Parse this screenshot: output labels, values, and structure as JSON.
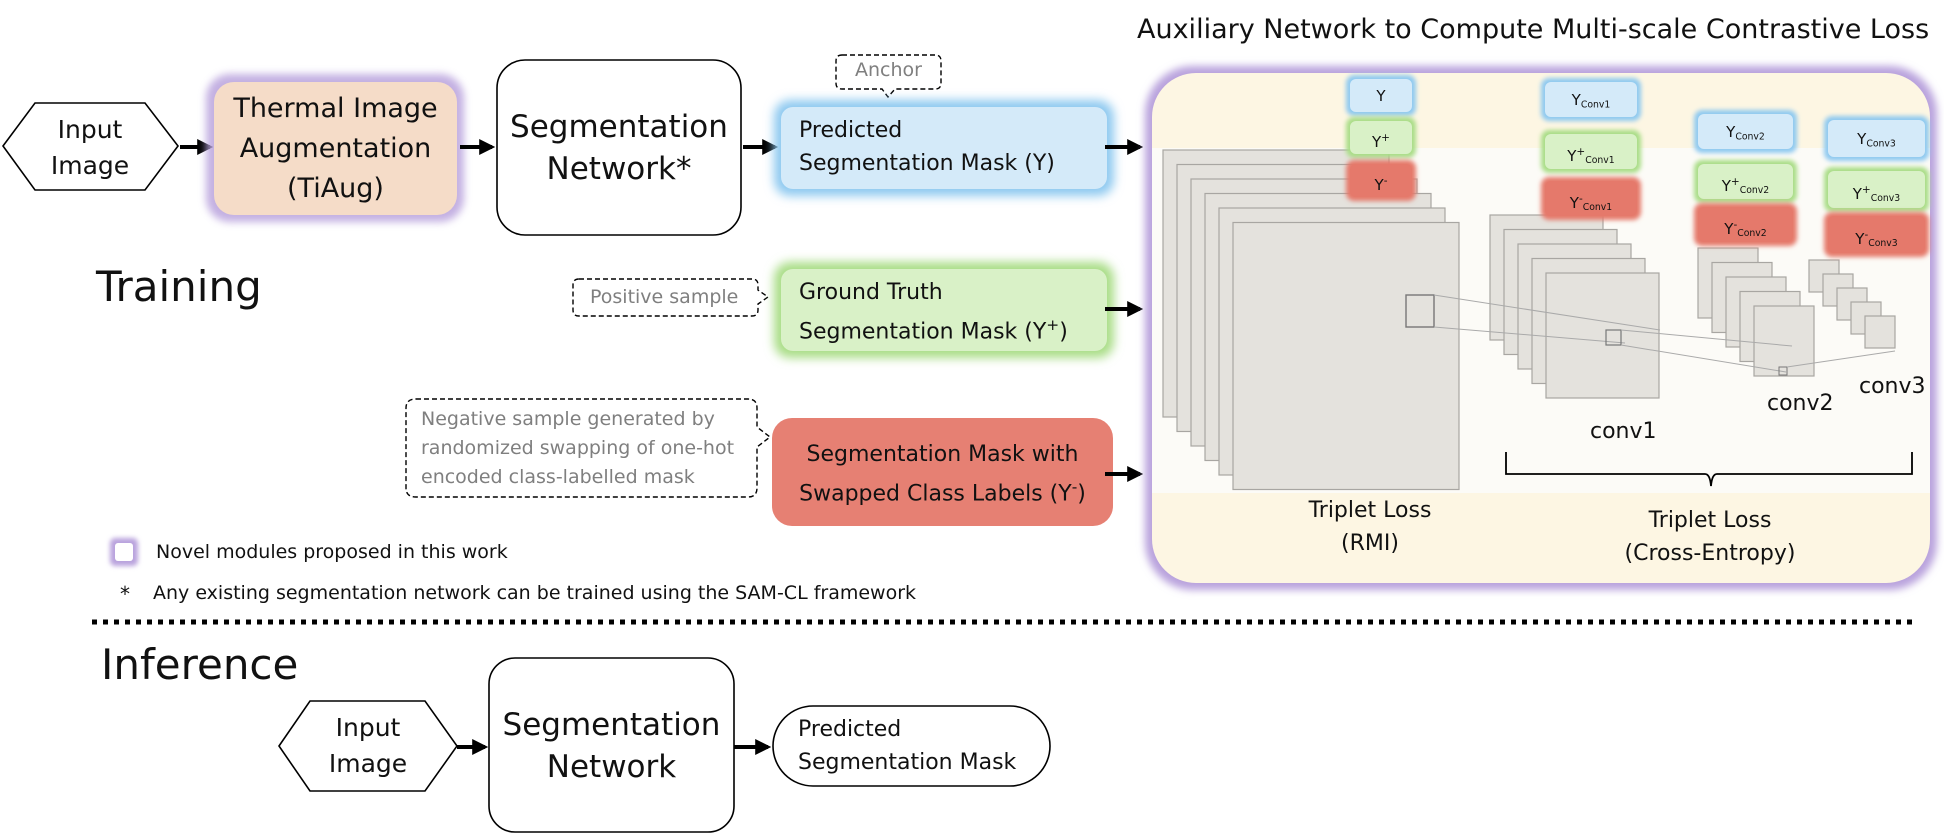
{
  "top_title": "Auxiliary Network to Compute Multi-scale Contrastive Loss",
  "training": {
    "label": "Training",
    "input": [
      "Input",
      "Image"
    ],
    "tiaug": [
      "Thermal Image",
      "Augmentation",
      "(TiAug)"
    ],
    "segnet": [
      "Segmentation",
      "Network*"
    ],
    "anchor_callout": "Anchor",
    "predicted": {
      "line1": "Predicted",
      "line2": "Segmentation Mask (Y)"
    },
    "positive_callout": "Positive sample",
    "ground_truth": {
      "line1": "Ground Truth",
      "line2": "Segmentation Mask (Y",
      "sup": "+",
      "close": ")"
    },
    "negative_callout": [
      "Negative sample generated by",
      "randomized swapping of one-hot",
      "encoded class-labelled mask"
    ],
    "swapped": {
      "line1": "Segmentation Mask with",
      "line2": "Swapped Class Labels (Y",
      "sup": "-",
      "close": ")"
    }
  },
  "aux": {
    "y_labels": {
      "base": "Y",
      "plus": "+",
      "minus": "-"
    },
    "conv_subs": [
      "Conv1",
      "Conv2",
      "Conv3"
    ],
    "conv_labels": [
      "conv1",
      "conv2",
      "conv3"
    ],
    "triplet_rmi": [
      "Triplet Loss",
      "(RMI)"
    ],
    "triplet_ce": [
      "Triplet Loss",
      "(Cross-Entropy)"
    ]
  },
  "legend": {
    "novel": "Novel modules proposed in this work",
    "asterisk": "*",
    "note": "Any existing segmentation network can be trained using the SAM-CL framework"
  },
  "inference": {
    "label": "Inference",
    "input": [
      "Input",
      "Image"
    ],
    "segnet": [
      "Segmentation",
      "Network"
    ],
    "output": [
      "Predicted",
      "Segmentation Mask"
    ]
  },
  "colors": {
    "novel_glow": "#b9a3dd",
    "tiaug_fill": "#f5dcc8",
    "predicted_fill": "#d4eaf9",
    "predicted_glow": "#8ec9f0",
    "positive_fill": "#d9f1c7",
    "positive_glow": "#a9dd86",
    "negative_fill": "#e5796b",
    "aux_panel_fill": "#fdf6e3",
    "callout_text": "#7f7f7f",
    "layer_fill": "#e4e2dd",
    "layer_stroke": "#a8a6a2"
  }
}
